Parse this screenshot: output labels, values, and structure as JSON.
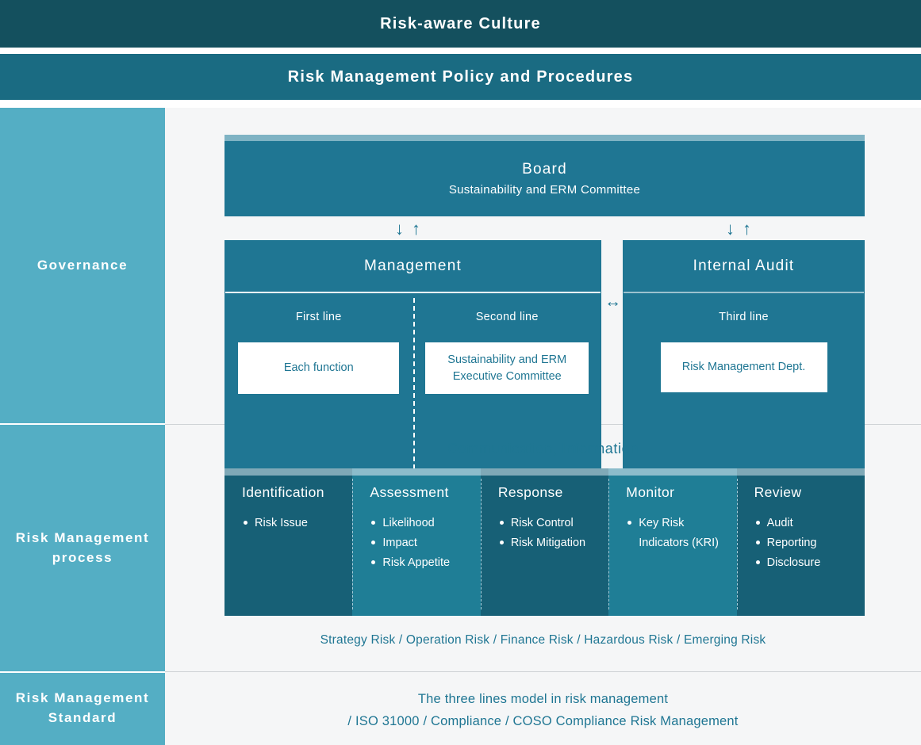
{
  "banners": {
    "culture": "Risk-aware Culture",
    "policy": "Risk Management Policy and Procedures"
  },
  "sidebar": {
    "sections": [
      {
        "label": "Governance"
      },
      {
        "label": "Risk Management process"
      },
      {
        "label": "Risk Management Standard"
      }
    ]
  },
  "governance": {
    "board": {
      "title": "Board",
      "subtitle": "Sustainability and ERM Committee"
    },
    "arrows": {
      "down": "↓",
      "up": "↑",
      "bidirectional": "↔"
    },
    "management": {
      "title": "Management",
      "columns": [
        {
          "line_label": "First line",
          "card": "Each function"
        },
        {
          "line_label": "Second line",
          "card": "Sustainability and ERM Executive Committee"
        }
      ]
    },
    "internal_audit": {
      "title": "Internal Audit",
      "line_label": "Third line",
      "card": "Risk Management Dept."
    }
  },
  "process": {
    "communication_title": "Communication, Information",
    "columns": [
      {
        "title": "Identification",
        "items": [
          "Risk Issue"
        ]
      },
      {
        "title": "Assessment",
        "items": [
          "Likelihood",
          "Impact",
          "Risk Appetite"
        ]
      },
      {
        "title": "Response",
        "items": [
          "Risk Control",
          "Risk Mitigation"
        ]
      },
      {
        "title": "Monitor",
        "items": [
          "Key Risk Indicators (KRI)"
        ]
      },
      {
        "title": "Review",
        "items": [
          "Audit",
          "Reporting",
          "Disclosure"
        ]
      }
    ],
    "risk_types": "Strategy Risk / Operation Risk / Finance Risk / Hazardous Risk / Emerging Risk"
  },
  "standard": {
    "line1": "The three lines model in risk management",
    "line2": "/ ISO 31000 / Compliance / COSO Compliance Risk Management"
  },
  "colors": {
    "band_dark": "#14505e",
    "band_mid": "#1a6b82",
    "sidebar": "#54aec4",
    "box_teal": "#1f7693",
    "proc_dark": "#176076",
    "proc_light": "#1f7e96",
    "text_teal": "#1f7693",
    "page_bg": "#f5f6f7"
  }
}
